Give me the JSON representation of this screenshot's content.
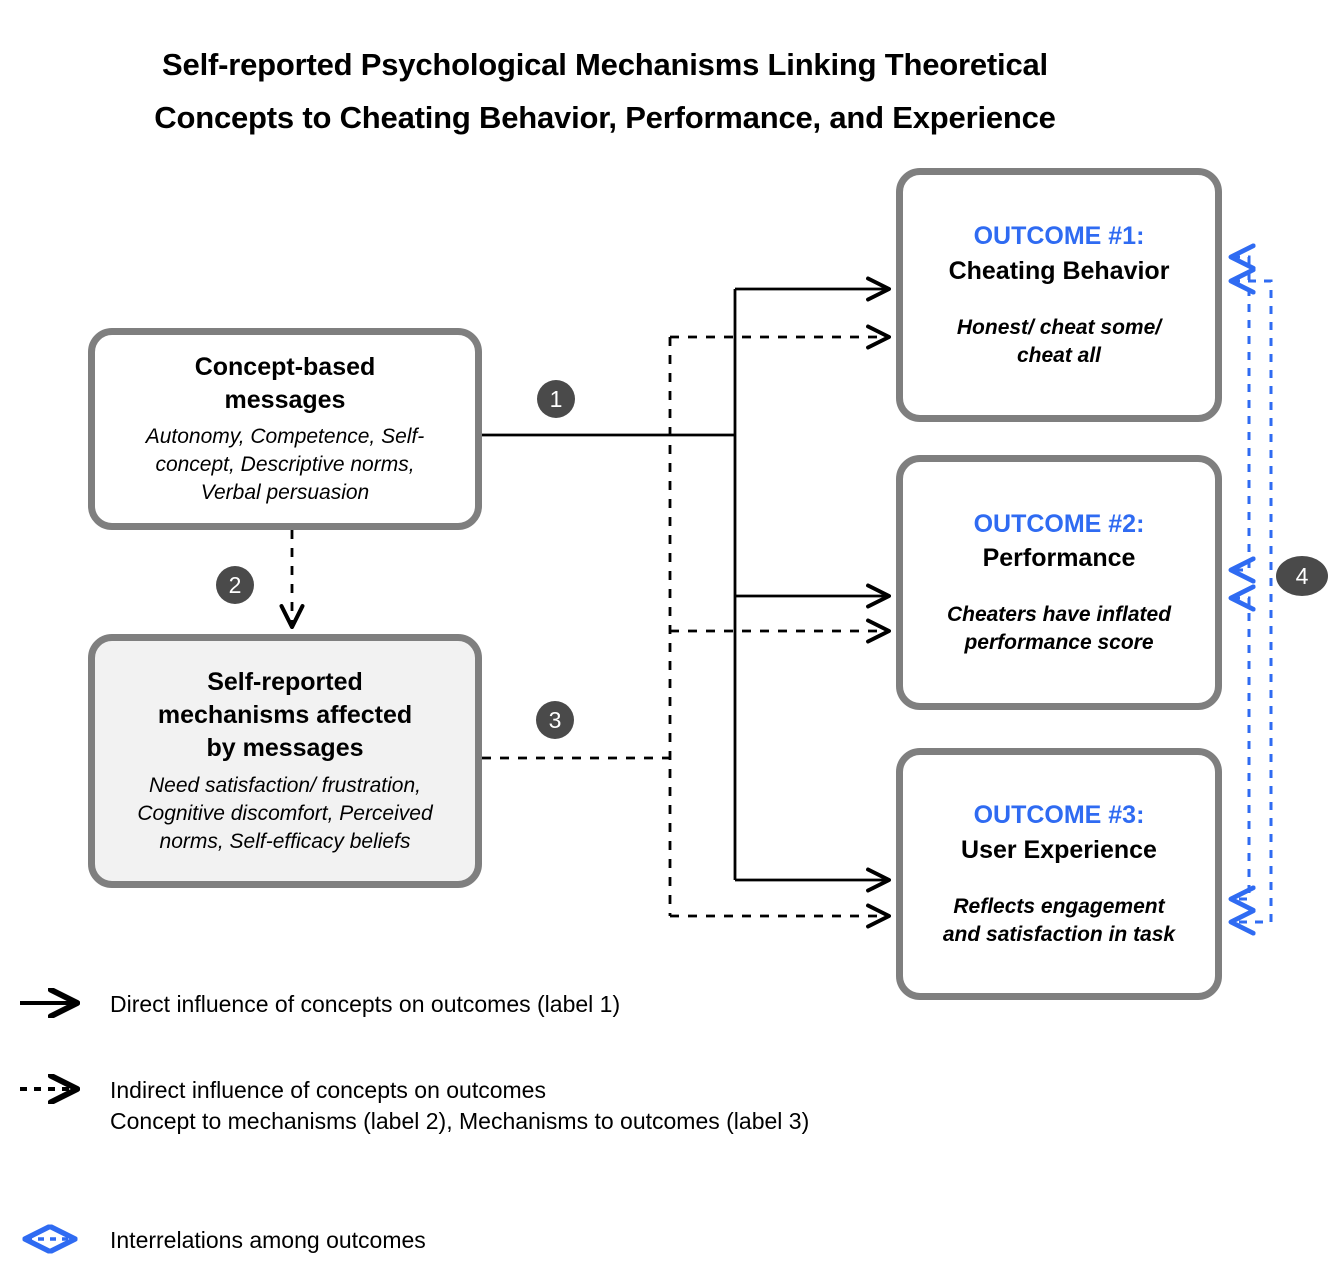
{
  "title": "Self-reported Psychological Mechanisms Linking Theoretical Concepts to Cheating Behavior, Performance, and Experience",
  "title_line1": "Self-reported Psychological Mechanisms Linking Theoretical",
  "title_line2": "Concepts to Cheating Behavior, Performance, and Experience",
  "colors": {
    "accent_blue": "#2f6bf2",
    "box_border_gray": "#7f7f7f",
    "badge_gray": "#4a4a4a",
    "shaded_fill": "#f2f2f2",
    "arrow_black": "#000000"
  },
  "nodes": {
    "concept": {
      "heading_line1": "Concept-based",
      "heading_line2": "messages",
      "detail_line1": "Autonomy, Competence, Self-",
      "detail_line2": "concept, Descriptive norms,",
      "detail_line3": "Verbal persuasion"
    },
    "mechanisms": {
      "heading_line1": "Self-reported",
      "heading_line2": "mechanisms affected",
      "heading_line3": "by messages",
      "detail_line1": "Need satisfaction/ frustration,",
      "detail_line2": "Cognitive discomfort, Perceived",
      "detail_line3": "norms, Self-efficacy beliefs"
    },
    "outcome1": {
      "kicker": "OUTCOME #1:",
      "heading": "Cheating Behavior",
      "detail_line1": "Honest/ cheat some/",
      "detail_line2": "cheat all"
    },
    "outcome2": {
      "kicker": "OUTCOME #2:",
      "heading": "Performance",
      "detail_line1": "Cheaters have inflated",
      "detail_line2": "performance score"
    },
    "outcome3": {
      "kicker": "OUTCOME #3:",
      "heading": "User Experience",
      "detail_line1": "Reflects engagement",
      "detail_line2": "and satisfaction in task"
    }
  },
  "badges": {
    "b1": "1",
    "b2": "2",
    "b3": "3",
    "b4": "4"
  },
  "legend": {
    "row1": {
      "marker": "solid-arrow",
      "text": "Direct influence of concepts on outcomes (label 1)"
    },
    "row2": {
      "marker": "dashed-arrow",
      "line1": "Indirect influence of concepts on outcomes",
      "line2": "Concept to mechanisms (label 2), Mechanisms to outcomes (label 3)"
    },
    "row3": {
      "marker": "blue-dashed-double-arrow",
      "text": "Interrelations among outcomes"
    }
  },
  "edges": [
    {
      "name": "concept-to-outcomes-direct",
      "style": "solid",
      "label": "1"
    },
    {
      "name": "concept-to-mechanisms",
      "style": "dashed",
      "label": "2"
    },
    {
      "name": "mechanisms-to-outcomes",
      "style": "dashed",
      "label": "3"
    },
    {
      "name": "outcome-interrelations",
      "style": "blue-dashed",
      "label": "4"
    }
  ]
}
